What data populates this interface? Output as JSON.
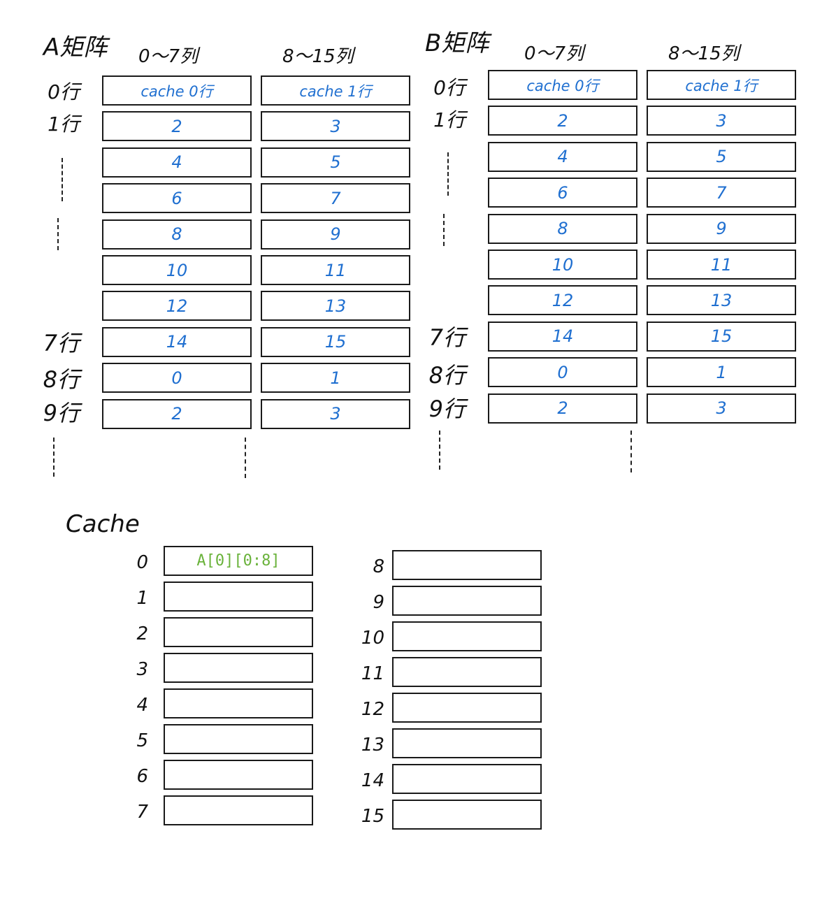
{
  "matrix_a": {
    "title": "A矩阵",
    "col_heads": [
      "0～7列",
      "8～15列"
    ],
    "row_labels": [
      "0行",
      "1行",
      "7行",
      "8行",
      "9行"
    ],
    "rows": [
      [
        "cache 0行",
        "cache 1行"
      ],
      [
        "2",
        "3"
      ],
      [
        "4",
        "5"
      ],
      [
        "6",
        "7"
      ],
      [
        "8",
        "9"
      ],
      [
        "10",
        "11"
      ],
      [
        "12",
        "13"
      ],
      [
        "14",
        "15"
      ],
      [
        "0",
        "1"
      ],
      [
        "2",
        "3"
      ]
    ]
  },
  "matrix_b": {
    "title": "B矩阵",
    "col_heads": [
      "0～7列",
      "8～15列"
    ],
    "row_labels": [
      "0行",
      "1行",
      "7行",
      "8行",
      "9行"
    ],
    "rows": [
      [
        "cache 0行",
        "cache 1行"
      ],
      [
        "2",
        "3"
      ],
      [
        "4",
        "5"
      ],
      [
        "6",
        "7"
      ],
      [
        "8",
        "9"
      ],
      [
        "10",
        "11"
      ],
      [
        "12",
        "13"
      ],
      [
        "14",
        "15"
      ],
      [
        "0",
        "1"
      ],
      [
        "2",
        "3"
      ]
    ]
  },
  "cache": {
    "title": "Cache",
    "left_indices": [
      "0",
      "1",
      "2",
      "3",
      "4",
      "5",
      "6",
      "7"
    ],
    "right_indices": [
      "8",
      "9",
      "10",
      "11",
      "12",
      "13",
      "14",
      "15"
    ],
    "left_cells": [
      "A[0][0:8]",
      "",
      "",
      "",
      "",
      "",
      "",
      ""
    ],
    "right_cells": [
      "",
      "",
      "",
      "",
      "",
      "",
      "",
      ""
    ]
  },
  "colors": {
    "cell_text": "#1f6fd0",
    "cache_text": "#69b23a",
    "ink": "#111111"
  }
}
